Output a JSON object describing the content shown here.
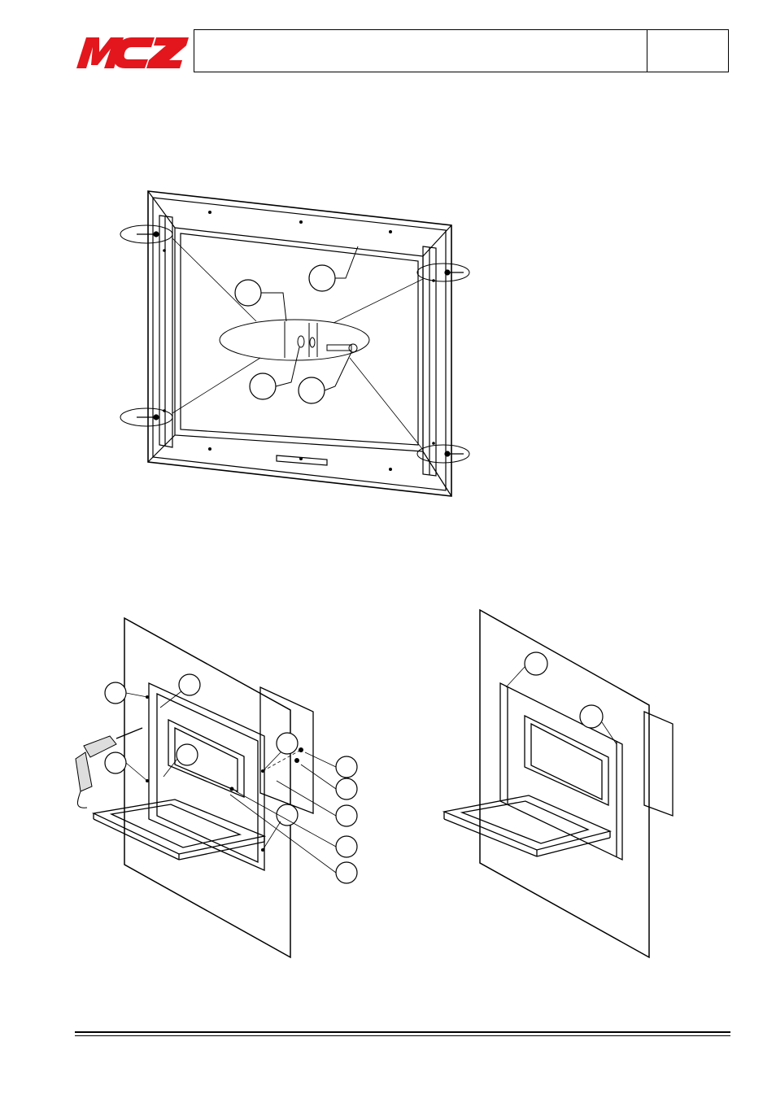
{
  "header": {
    "logo_text": "MCZ",
    "brand_color": "#e3161d",
    "title_text": "",
    "page_text": ""
  },
  "figures": {
    "frame_assembly": {
      "icon": "frame-exploded-drawing"
    },
    "installation_step_left": {
      "icon": "drill-installation-drawing"
    },
    "installation_step_right": {
      "icon": "installed-insert-drawing"
    }
  }
}
